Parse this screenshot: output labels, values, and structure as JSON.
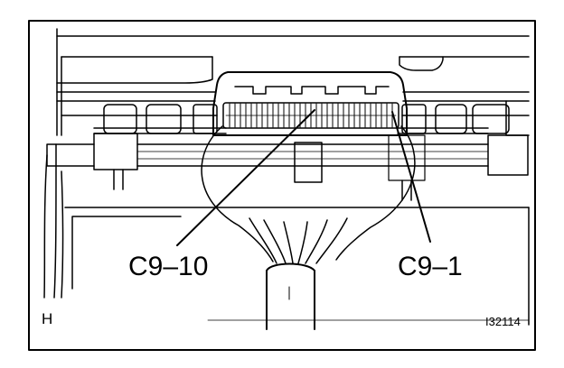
{
  "labels": {
    "pin_left": "C9–10",
    "pin_right": "C9–1",
    "view_letter": "H",
    "figure_code": "I32114"
  },
  "colors": {
    "ink": "#000000",
    "paper": "#ffffff"
  }
}
